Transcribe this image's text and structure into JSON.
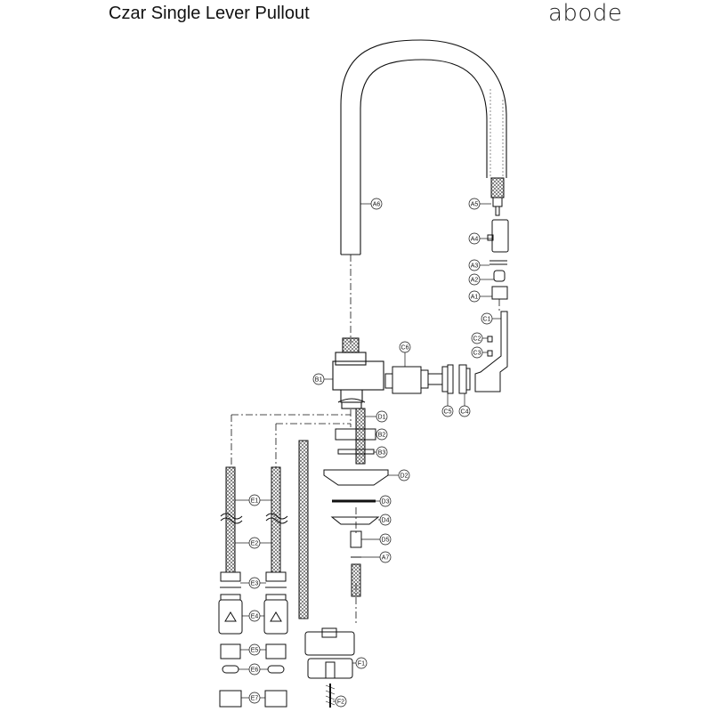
{
  "header": {
    "title": "Czar Single Lever Pullout",
    "brand": "abode"
  },
  "callouts": {
    "A1": "A1",
    "A2": "A2",
    "A3": "A3",
    "A4": "A4",
    "A5": "A5",
    "A6": "A6",
    "A7": "A7",
    "B1": "B1",
    "B2": "B2",
    "B3": "B3",
    "C1": "C1",
    "C2": "C2",
    "C3": "C3",
    "C4": "C4",
    "C5": "C5",
    "C6": "C6",
    "D1": "D1",
    "D2": "D2",
    "D3": "D3",
    "D4": "D4",
    "D5": "D5",
    "E1": "E1",
    "E2": "E2",
    "E3": "E3",
    "E4": "E4",
    "E5": "E5",
    "E6": "E6",
    "E7": "E7",
    "F1": "F1",
    "F2": "F2"
  }
}
